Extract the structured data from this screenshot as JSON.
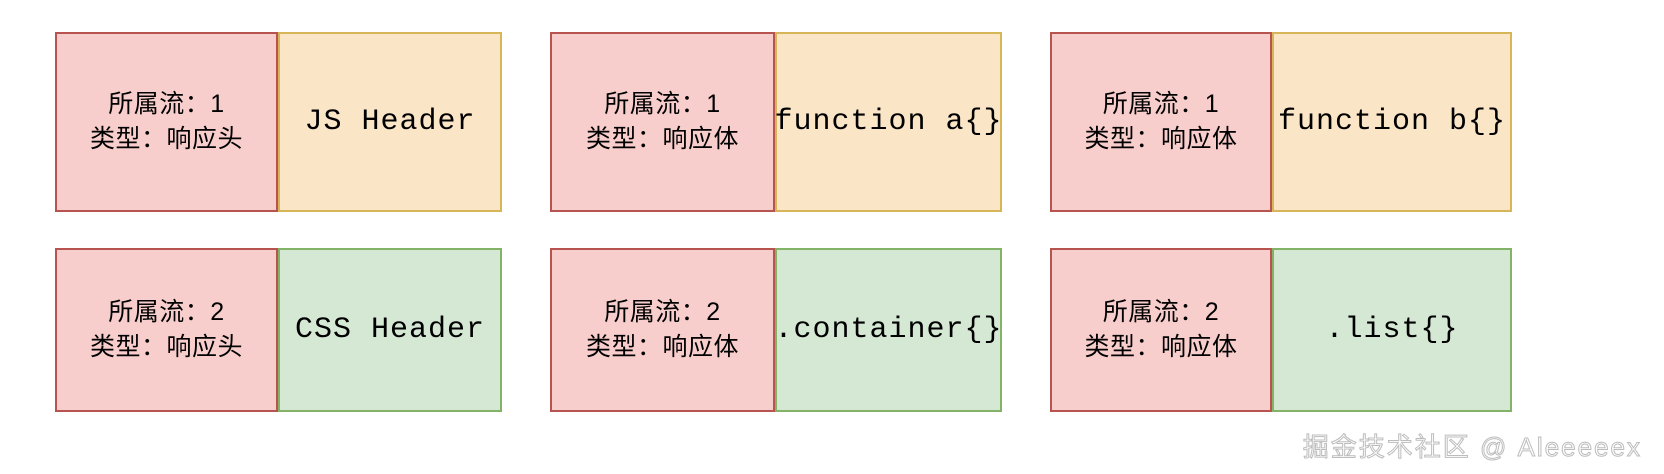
{
  "diagram": {
    "type": "http2-frame-sequence",
    "colors": {
      "meta_fill": "#f8cecc",
      "meta_border": "#b85450",
      "payload_orange_fill": "#fae5c7",
      "payload_orange_border": "#d6b656",
      "payload_green_fill": "#d5e8d4",
      "payload_green_border": "#82b366",
      "background": "#ffffff",
      "watermark": "#b9b9b9"
    },
    "rows": [
      {
        "stream": "1",
        "payload_style": "orange",
        "frames": [
          {
            "meta_stream": "所属流：1",
            "meta_type": "类型：响应头",
            "payload": "JS Header"
          },
          {
            "meta_stream": "所属流：1",
            "meta_type": "类型：响应体",
            "payload": "function a{}"
          },
          {
            "meta_stream": "所属流：1",
            "meta_type": "类型：响应体",
            "payload": "function b{}"
          }
        ]
      },
      {
        "stream": "2",
        "payload_style": "green",
        "frames": [
          {
            "meta_stream": "所属流：2",
            "meta_type": "类型：响应头",
            "payload": "CSS Header"
          },
          {
            "meta_stream": "所属流：2",
            "meta_type": "类型：响应体",
            "payload": ".container{}"
          },
          {
            "meta_stream": "所属流：2",
            "meta_type": "类型：响应体",
            "payload": ".list{}"
          }
        ]
      }
    ]
  },
  "watermark": {
    "text": "掘金技术社区 @ Aleeeeex"
  }
}
